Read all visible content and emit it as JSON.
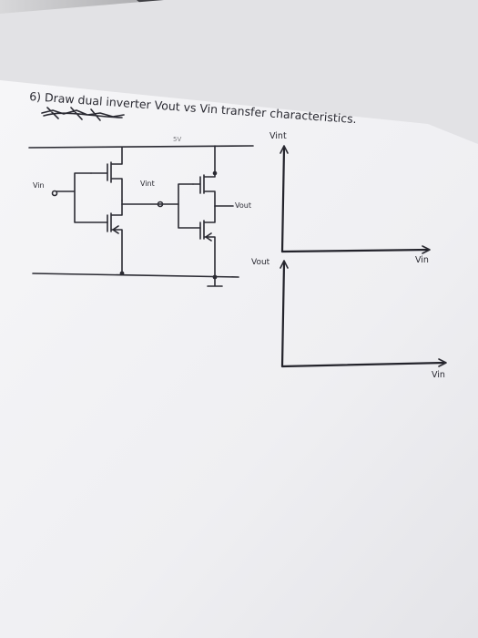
{
  "question": {
    "text": "6) Draw dual inverter Vout vs Vin transfer characteristics."
  },
  "circuit": {
    "supply_label": "5V",
    "input_label": "Vin",
    "mid_label": "Vint",
    "output_label": "Vout"
  },
  "graphs": {
    "top": {
      "y_label": "Vint",
      "x_label": "Vin"
    },
    "bottom": {
      "y_label": "Vout",
      "x_label": "Vin"
    }
  },
  "colors": {
    "paper": "#f3f3f5",
    "ink": "#2a2a32",
    "background": "#8e8e90"
  }
}
